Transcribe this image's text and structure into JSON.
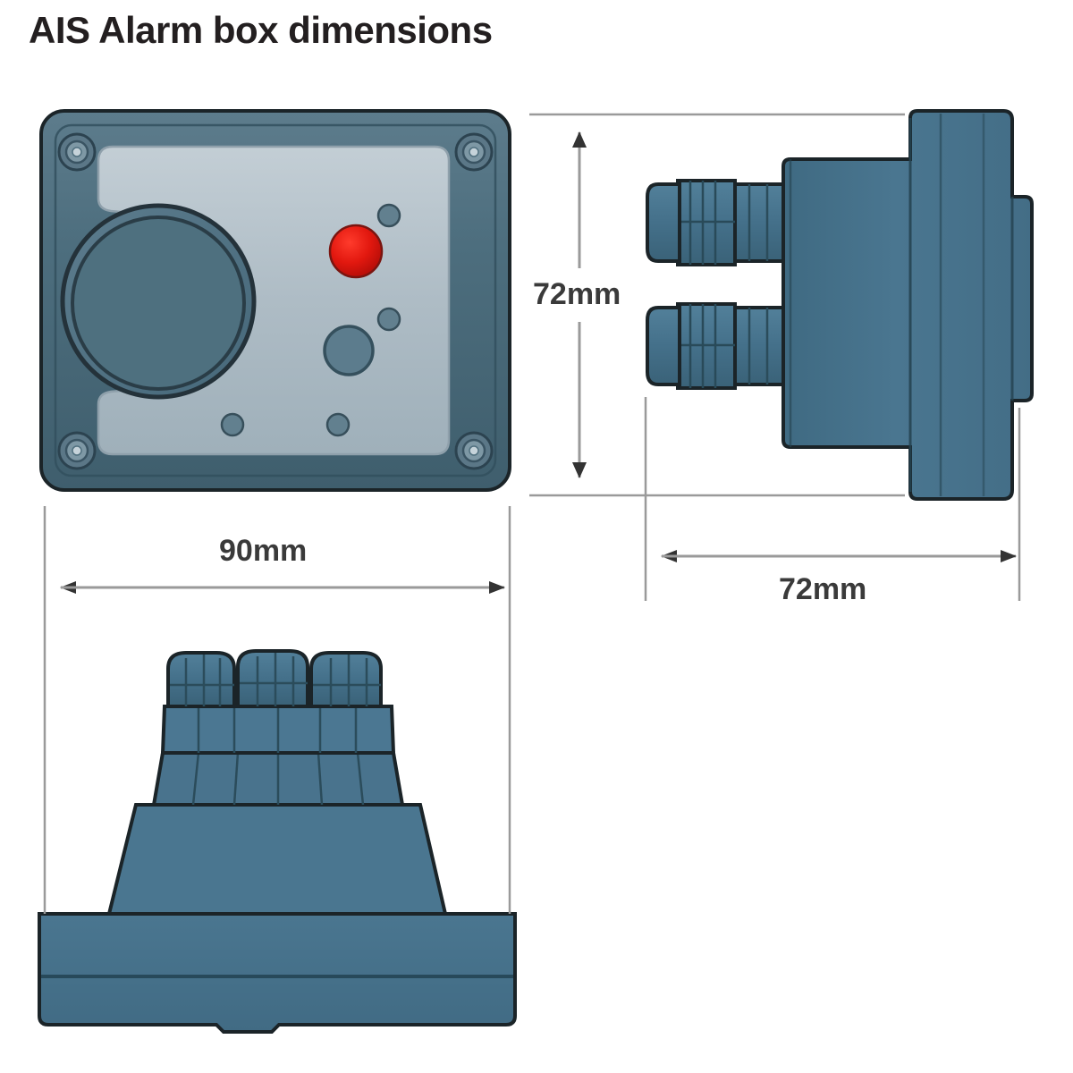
{
  "title": "AIS Alarm box dimensions",
  "dimensions": {
    "height_label": "72mm",
    "depth_label": "72mm",
    "width_label": "90mm"
  },
  "views": {
    "front": {
      "name": "front-view",
      "components": [
        "speaker-grille",
        "red-alarm-led",
        "push-button",
        "corner-screw-top-left",
        "corner-screw-top-right",
        "corner-screw-bottom-left",
        "corner-screw-bottom-right"
      ]
    },
    "side": {
      "name": "side-view",
      "components": [
        "cable-gland-upper",
        "cable-gland-lower",
        "body-flange"
      ]
    },
    "bottom": {
      "name": "bottom-view",
      "components": [
        "cable-gland-left",
        "cable-gland-center",
        "cable-gland-right",
        "base-flange"
      ]
    }
  },
  "colors": {
    "body_dark": "#3d5a68",
    "body_mid": "#456f88",
    "body_light": "#a8b8c2",
    "outline": "#1b2428",
    "led_red": "#e2180f",
    "dimension_line": "#9a9a9a",
    "arrow": "#333333",
    "title_text": "#231f20",
    "background": "#ffffff"
  }
}
